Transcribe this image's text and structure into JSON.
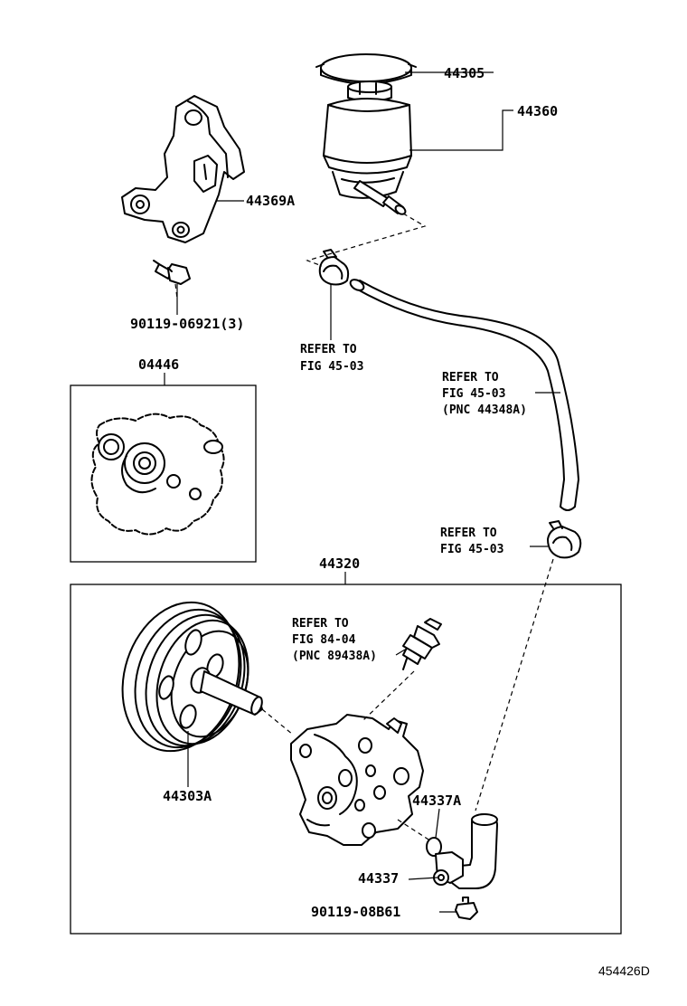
{
  "labels": {
    "cap": "44305",
    "reservoir": "44360",
    "bracket": "44369A",
    "bolt_bracket": "90119-06921(3)",
    "gasket_kit": "04446",
    "pump_assy": "44320",
    "pulley": "44303A",
    "oring": "44337A",
    "union": "44337",
    "bolt_union": "90119-08B61"
  },
  "refs": {
    "clamp_upper": [
      "REFER TO",
      "FIG 45-03"
    ],
    "hose": [
      "REFER TO",
      "FIG 45-03",
      "(PNC 44348A)"
    ],
    "clamp_lower": [
      "REFER TO",
      "FIG 45-03"
    ],
    "sensor": [
      "REFER TO",
      "FIG 84-04",
      "(PNC 89438A)"
    ]
  },
  "illustration_code": "454426D"
}
